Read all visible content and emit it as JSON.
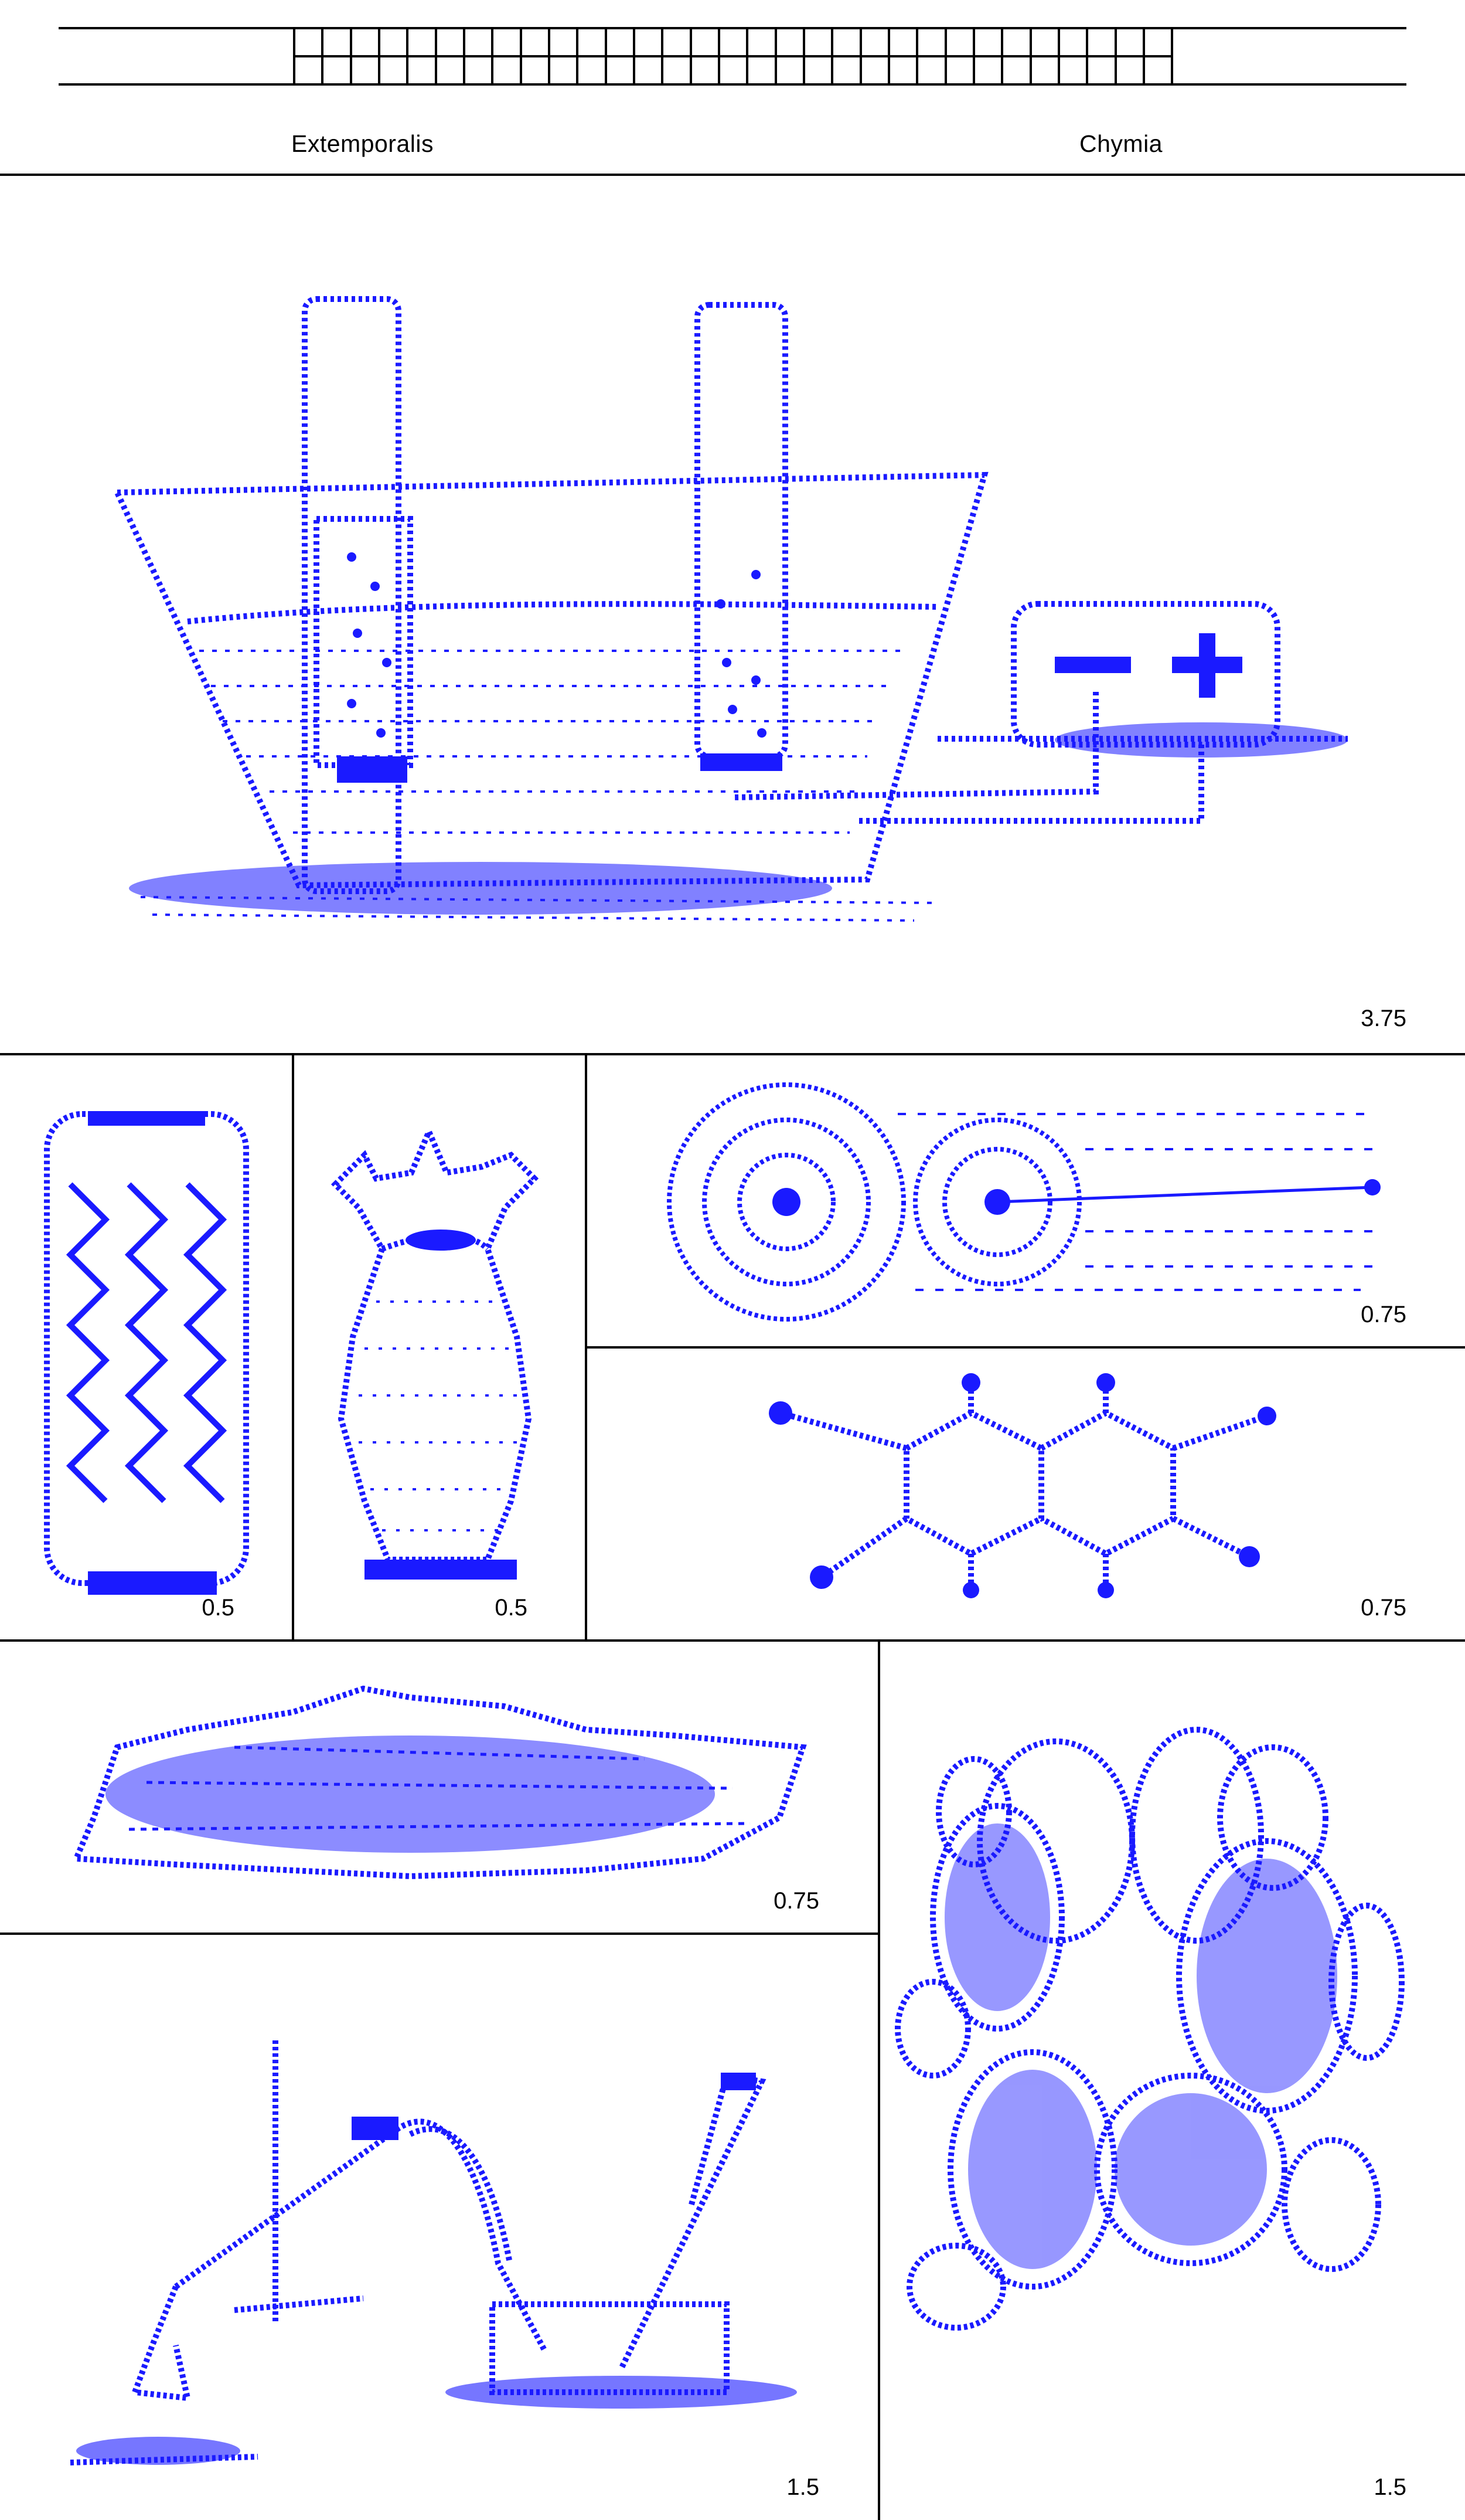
{
  "header": {
    "left_label": "Extemporalis",
    "right_label": "Chymia",
    "grid_cells": 31
  },
  "colors": {
    "ink": "#1a1aff",
    "rule": "#000000",
    "background": "#ffffff"
  },
  "panels": [
    {
      "id": "electrolysis-cell",
      "icon": "electrolysis-apparatus-icon",
      "value": "3.75"
    },
    {
      "id": "textured-cylinder",
      "icon": "textured-cylinder-icon",
      "value": "0.5"
    },
    {
      "id": "ornate-vase",
      "icon": "ornate-vase-icon",
      "value": "0.5"
    },
    {
      "id": "atom-orbit",
      "icon": "atom-orbit-icon",
      "value": "0.75"
    },
    {
      "id": "molecule",
      "icon": "molecule-structure-icon",
      "value": "0.75"
    },
    {
      "id": "rock",
      "icon": "rock-specimen-icon",
      "value": "0.75"
    },
    {
      "id": "pouring-apparatus",
      "icon": "pouring-apparatus-icon",
      "value": "1.5"
    },
    {
      "id": "stone-cluster",
      "icon": "stone-cluster-icon",
      "value": "1.5"
    }
  ]
}
